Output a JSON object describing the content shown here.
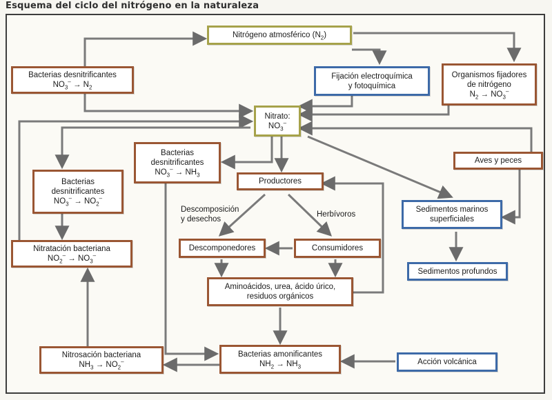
{
  "title": "Esquema del ciclo del nitrógeno en la naturaleza",
  "colors": {
    "brown": "#9a5633",
    "blue": "#3d6aa8",
    "olive": "#a6a24a",
    "arrow": "#6b6b6b"
  },
  "nodes": {
    "n2": {
      "line1": "Nitrógeno atmosférico (N",
      "sub": "2",
      "close": ")"
    },
    "bac_desn1": {
      "line1": "Bacterias desnitrificantes",
      "f1": "NO",
      "f1sub": "3",
      "f1sup": "–",
      "arrow": "→",
      "f2": "N",
      "f2sub": "2"
    },
    "fijacion": {
      "line1": "Fijación electroquímica",
      "line2": "y fotoquímica"
    },
    "org_fij": {
      "line1": "Organismos fijadores",
      "line2": "de nitrógeno",
      "f1": "N",
      "f1sub": "2",
      "arrow": "→",
      "f2": "NO",
      "f2sub": "3",
      "f2sup": "–"
    },
    "nitrato": {
      "line1": "Nitrato:",
      "f1": "NO",
      "f1sub": "3",
      "f1sup": "–"
    },
    "bac_desn2": {
      "line1": "Bacterias",
      "line2": "desnitrificantes",
      "f1": "NO",
      "f1sub": "3",
      "f1sup": "–",
      "arrow": "→",
      "f2": "NH",
      "f2sub": "3"
    },
    "bac_desn3": {
      "line1": "Bacterias",
      "line2": "desnitrificantes",
      "f1": "NO",
      "f1sub": "3",
      "f1sup": "–",
      "arrow": "→",
      "f2": "NO",
      "f2sub": "2",
      "f2sup": "–"
    },
    "aves": {
      "line1": "Aves y peces"
    },
    "productores": {
      "line1": "Productores"
    },
    "sed_mar": {
      "line1": "Sedimentos marinos",
      "line2": "superficiales"
    },
    "sed_prof": {
      "line1": "Sedimentos profundos"
    },
    "nitratacion": {
      "line1": "Nitratación bacteriana",
      "f1": "NO",
      "f1sub": "2",
      "f1sup": "–",
      "arrow": "→",
      "f2": "NO",
      "f2sub": "3",
      "f2sup": "–"
    },
    "descomp": {
      "line1": "Descomponedores"
    },
    "consum": {
      "line1": "Consumidores"
    },
    "amino": {
      "line1": "Aminoácidos, urea, ácido úrico,",
      "line2": "residuos orgánicos"
    },
    "nitrosa": {
      "line1": "Nitrosación bacteriana",
      "f1": "NH",
      "f1sub": "3",
      "arrow": "→",
      "f2": "NO",
      "f2sub": "2",
      "f2sup": "–"
    },
    "bac_amon": {
      "line1": "Bacterias amonificantes",
      "f1": "NH",
      "f1sub": "2",
      "arrow": "→",
      "f2": "NH",
      "f2sub": "3"
    },
    "volcan": {
      "line1": "Acción volcánica"
    }
  },
  "labels": {
    "descomp_line1": "Descomposición",
    "descomp_line2": "y desechos",
    "herbivoros": "Herbívoros"
  }
}
